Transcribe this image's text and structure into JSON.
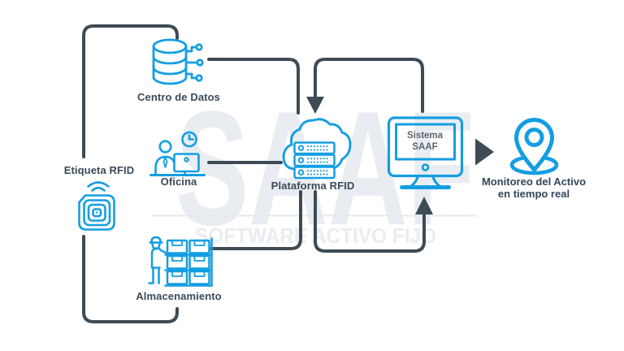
{
  "watermark": {
    "big": "SAAF",
    "sub": "SOFTWARE ACTIVO FIJO"
  },
  "labels": {
    "etiqueta": "Etiqueta RFID",
    "centro": "Centro de Datos",
    "oficina": "Oficina",
    "almacen": "Almacenamiento",
    "plataforma": "Plataforma RFID",
    "sistema_line1": "Sistema",
    "sistema_line2": "SAAF",
    "monitoreo_line1": "Monitoreo del Activo",
    "monitoreo_line2": "en tiempo real"
  },
  "icons": {
    "rfid_tag": "rfid-tag-icon",
    "database": "database-icon",
    "office": "office-worker-icon",
    "warehouse": "warehouse-boxes-icon",
    "cloud_servers": "cloud-servers-icon",
    "monitor": "desktop-monitor-icon",
    "location_pin": "location-pin-icon",
    "flow_arrow": "right-arrow-icon"
  },
  "colors": {
    "accent_blue": "#149ee2",
    "line_dark": "#3e4b55",
    "watermark_gray": "#e9edf1",
    "label_text": "#3a4a58",
    "screen_text": "#5b656e",
    "background": "#ffffff"
  }
}
